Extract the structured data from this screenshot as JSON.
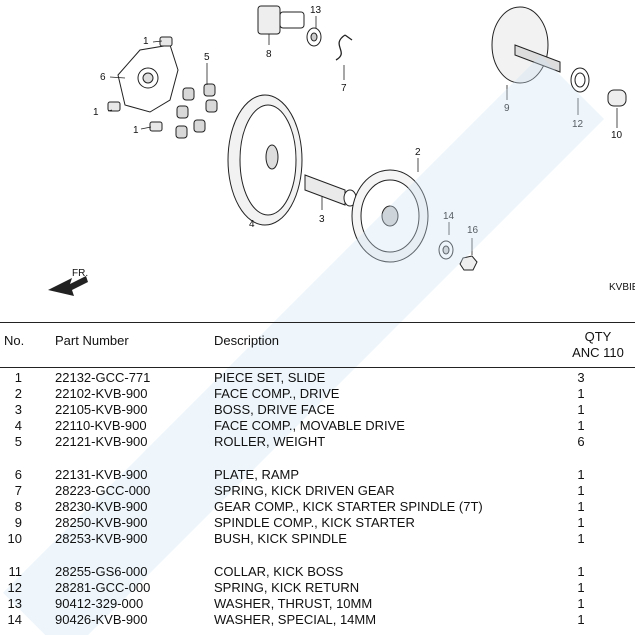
{
  "diagram": {
    "code": "KVBIE",
    "callouts": [
      "1",
      "1",
      "1",
      "5",
      "6",
      "8",
      "13",
      "7",
      "9",
      "12",
      "10",
      "4",
      "3",
      "2",
      "14",
      "16"
    ],
    "arrow_label": "FR."
  },
  "table": {
    "headers": {
      "no": "No.",
      "part_number": "Part Number",
      "description": "Description",
      "qty": "QTY",
      "model": "ANC 110"
    },
    "rows": [
      {
        "no": "1",
        "pn": "22132-GCC-771",
        "desc": "PIECE SET, SLIDE",
        "qty": "3"
      },
      {
        "no": "2",
        "pn": "22102-KVB-900",
        "desc": "FACE COMP., DRIVE",
        "qty": "1"
      },
      {
        "no": "3",
        "pn": "22105-KVB-900",
        "desc": "BOSS, DRIVE FACE",
        "qty": "1"
      },
      {
        "no": "4",
        "pn": "22110-KVB-900",
        "desc": "FACE COMP., MOVABLE DRIVE",
        "qty": "1"
      },
      {
        "no": "5",
        "pn": "22121-KVB-900",
        "desc": "ROLLER, WEIGHT",
        "qty": "6"
      },
      {
        "no": "6",
        "pn": "22131-KVB-900",
        "desc": "PLATE, RAMP",
        "qty": "1"
      },
      {
        "no": "7",
        "pn": "28223-GCC-000",
        "desc": "SPRING, KICK DRIVEN GEAR",
        "qty": "1"
      },
      {
        "no": "8",
        "pn": "28230-KVB-900",
        "desc": "GEAR COMP., KICK STARTER   SPINDLE (7T)",
        "qty": "1"
      },
      {
        "no": "9",
        "pn": "28250-KVB-900",
        "desc": "SPINDLE COMP., KICK STARTER",
        "qty": "1"
      },
      {
        "no": "10",
        "pn": "28253-KVB-900",
        "desc": "BUSH, KICK SPINDLE",
        "qty": "1"
      },
      {
        "no": "11",
        "pn": "28255-GS6-000",
        "desc": "COLLAR, KICK BOSS",
        "qty": "1"
      },
      {
        "no": "12",
        "pn": "28281-GCC-000",
        "desc": "SPRING, KICK RETURN",
        "qty": "1"
      },
      {
        "no": "13",
        "pn": "90412-329-000",
        "desc": "WASHER, THRUST, 10MM",
        "qty": "1"
      },
      {
        "no": "14",
        "pn": "90426-KVB-900",
        "desc": "WASHER, SPECIAL, 14MM",
        "qty": "1"
      }
    ]
  },
  "colors": {
    "watermark": "#cfe6f5",
    "line": "#222222"
  }
}
